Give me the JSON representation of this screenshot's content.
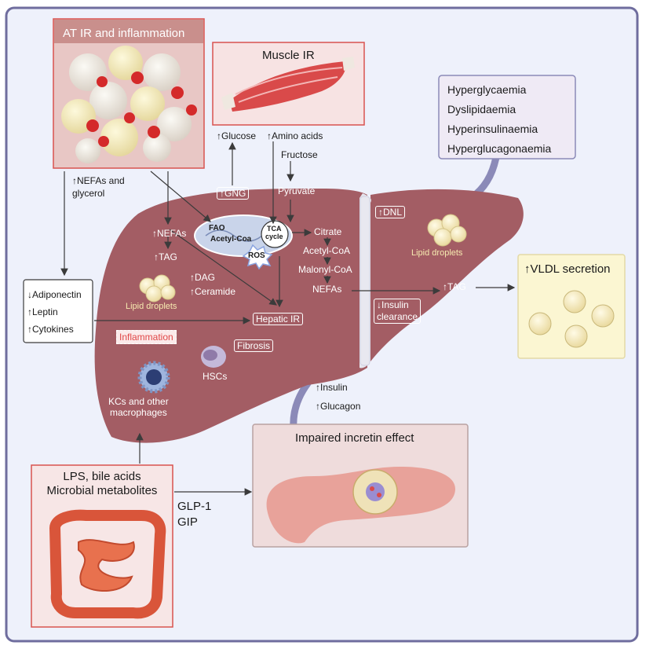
{
  "adipose": {
    "title": "AT IR and inflammation",
    "output": "NEFAs and\nglycerol"
  },
  "muscle": {
    "title": "Muscle IR"
  },
  "inputs": {
    "glucose": "Glucose",
    "amino_acids": "Amino acids",
    "fructose": "Fructose"
  },
  "comorbidities": [
    "Hyperglycaemia",
    "Dyslipidaemia",
    "Hyperinsulinaemia",
    "Hyperglucagonaemia"
  ],
  "adipokines": [
    "Adiponectin",
    "Leptin",
    "Cytokines"
  ],
  "liver": {
    "gng": "GNG",
    "pyruvate": "Pyruvate",
    "nefas": "NEFAs",
    "tag": "TAG",
    "fao": "FAO",
    "acetyl_coa_mito": "Acetyl-Coa",
    "tca": "TCA\ncycle",
    "ros": "ROS",
    "citrate": "Citrate",
    "acetyl_coa": "Acetyl-CoA",
    "malonyl_coa": "Malonyl-CoA",
    "nefas_right": "NEFAs",
    "tag_right": "TAG",
    "dag": "DAG",
    "ceramide": "Ceramide",
    "lipid_droplets_left": "Lipid droplets",
    "lipid_droplets_right": "Lipid droplets",
    "hepatic_ir": "Hepatic IR",
    "dnl": "DNL",
    "insulin_clearance": "Insulin\nclearance",
    "inflammation": "Inflammation",
    "fibrosis": "Fibrosis",
    "hscs": "HSCs",
    "kcs": "KCs and other\nmacrophages"
  },
  "vldl": {
    "title": "VLDL secretion"
  },
  "pancreas": {
    "title": "Impaired incretin effect",
    "insulin": "Insulin",
    "glucagon": "Glucagon"
  },
  "gut": {
    "title": "LPS, bile acids\nMicrobial metabolites",
    "glp1": "GLP-1",
    "gip": "GIP"
  },
  "colors": {
    "frame": "#6f6d9e",
    "liver": "#a35d64",
    "box_border": "#d9534f",
    "vldl_fill": "#fbf6d2",
    "comorbidity_fill": "#efeaf5"
  }
}
